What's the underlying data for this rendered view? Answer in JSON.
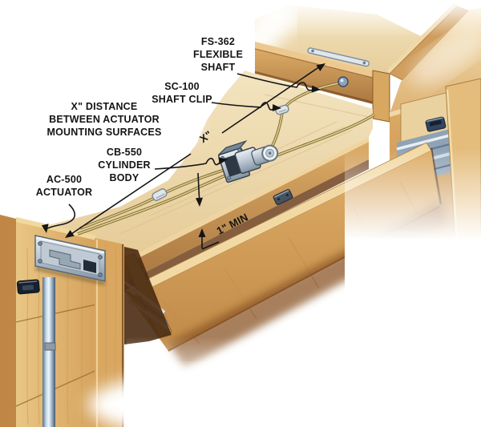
{
  "diagram": {
    "title_hidden": "",
    "background_color": "#ffffff",
    "callouts": {
      "flexible_shaft": {
        "line1": "FS-362",
        "line2": "FLEXIBLE",
        "line3": "SHAFT"
      },
      "shaft_clip": {
        "line1": "SC-100",
        "line2": "SHAFT CLIP"
      },
      "distance": {
        "line1": "X\" DISTANCE",
        "line2": "BETWEEN ACTUATOR",
        "line3": "MOUNTING SURFACES"
      },
      "cylinder_body": {
        "line1": "CB-550",
        "line2": "CYLINDER",
        "line3": "BODY"
      },
      "actuator": {
        "line1": "AC-500",
        "line2": "ACTUATOR"
      },
      "distance_x": "X\"",
      "min_gap": "1\" MIN"
    },
    "colors": {
      "background": "#ffffff",
      "wood_light": "#f2d9a4",
      "wood_mid": "#d8a45c",
      "wood_dark": "#8a5a28",
      "underside_surface": "#ead3a2",
      "metal_light": "#e9eef3",
      "metal_dark": "#55626f",
      "cable_outline": "#7c6a30",
      "cable_fill": "#e0cb8e",
      "leader_line": "#151515",
      "rod_metal": "#9fb7cb"
    }
  }
}
